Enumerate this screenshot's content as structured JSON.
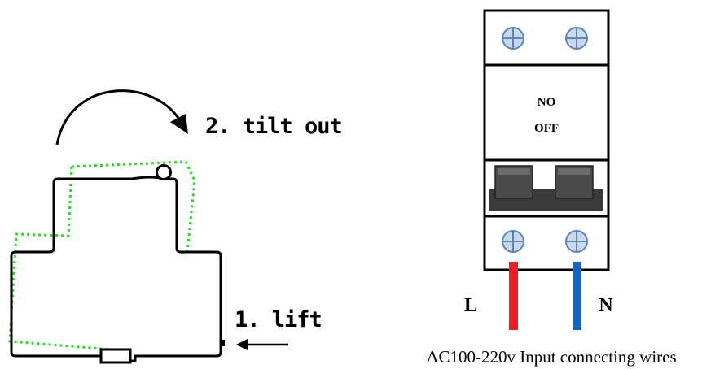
{
  "left_diagram": {
    "step_tilt_label": "2. tilt out",
    "step_lift_label": "1. lift"
  },
  "right_diagram": {
    "top_text": "NO",
    "bottom_text": "OFF",
    "live_label": "L",
    "neutral_label": "N",
    "caption": "AC100-220v Input connecting wires",
    "colors": {
      "live_wire": "#ee1c25",
      "neutral_wire": "#1565c0",
      "screw_fill": "#c9d8ec",
      "screw_stroke": "#5b86b8",
      "switch_dark": "#3a3a3a",
      "outline_green": "#22dd22"
    }
  }
}
